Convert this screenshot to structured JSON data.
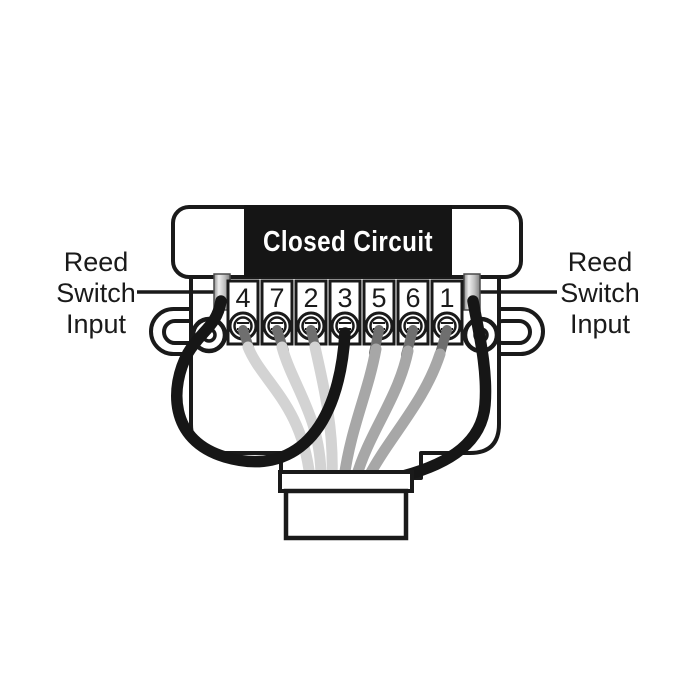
{
  "diagram": {
    "banner_label": "Closed Circuit",
    "left_label": {
      "lines": [
        "Reed",
        "Switch",
        "Input"
      ]
    },
    "right_label": {
      "lines": [
        "Reed",
        "Switch",
        "Input"
      ]
    },
    "terminals": [
      "4",
      "7",
      "2",
      "3",
      "5",
      "6",
      "1"
    ],
    "connection_note": "black jumper wire runs from left reed switch pin to terminal 3; black wire from right reed switch pin runs into cable",
    "colors": {
      "line": "#1a1a1a",
      "banner_bg": "#151515",
      "banner_text": "#ffffff",
      "wire_black": "#161616",
      "wire_light_gray": "#d3d3d3",
      "wire_medium_gray": "#a7a7a7",
      "wire_ferrule": "#6f6f6f",
      "pin_metal_light": "#efefef",
      "pin_metal_dark": "#8a8a8a"
    }
  }
}
